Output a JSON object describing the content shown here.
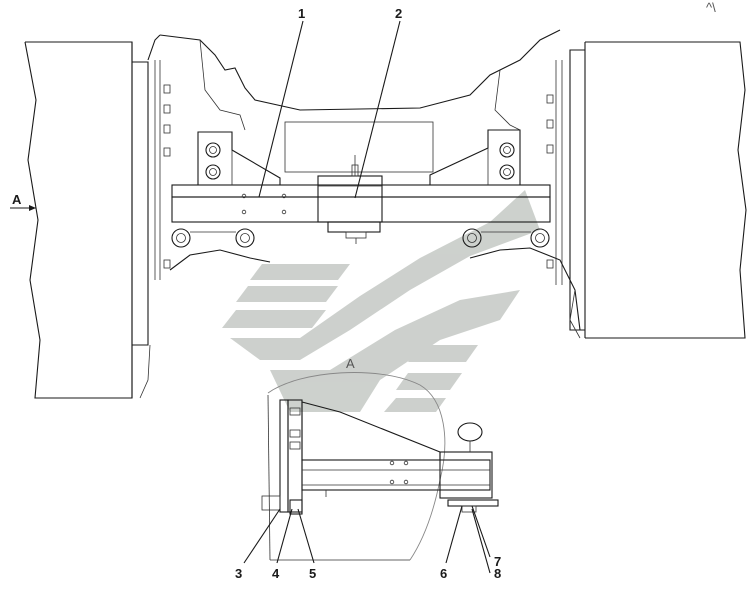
{
  "view_label": "A",
  "view_arrow_label": "A",
  "corner_mark": "^\\",
  "callouts": [
    "1",
    "2",
    "3",
    "4",
    "5",
    "6",
    "7",
    "8"
  ]
}
